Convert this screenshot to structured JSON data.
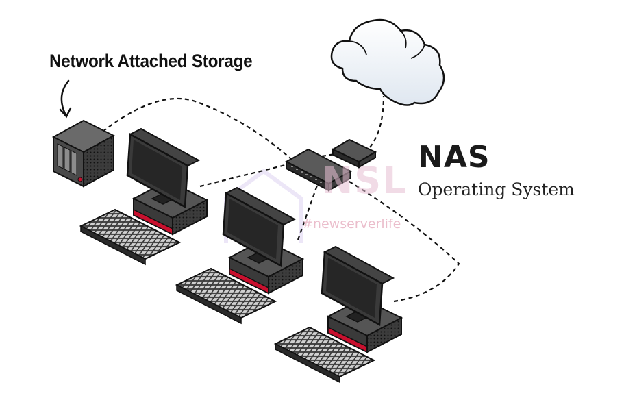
{
  "labels": {
    "nas_storage": "Network Attached Storage",
    "title": "NAS",
    "subtitle": "Operating System"
  },
  "watermark": {
    "logo": "NSL",
    "tag": "#newserverlife"
  },
  "colors": {
    "accent_red": "#c8102e",
    "dark_device": "#2e2e2e",
    "cloud_fill": "#f2f6fb"
  }
}
